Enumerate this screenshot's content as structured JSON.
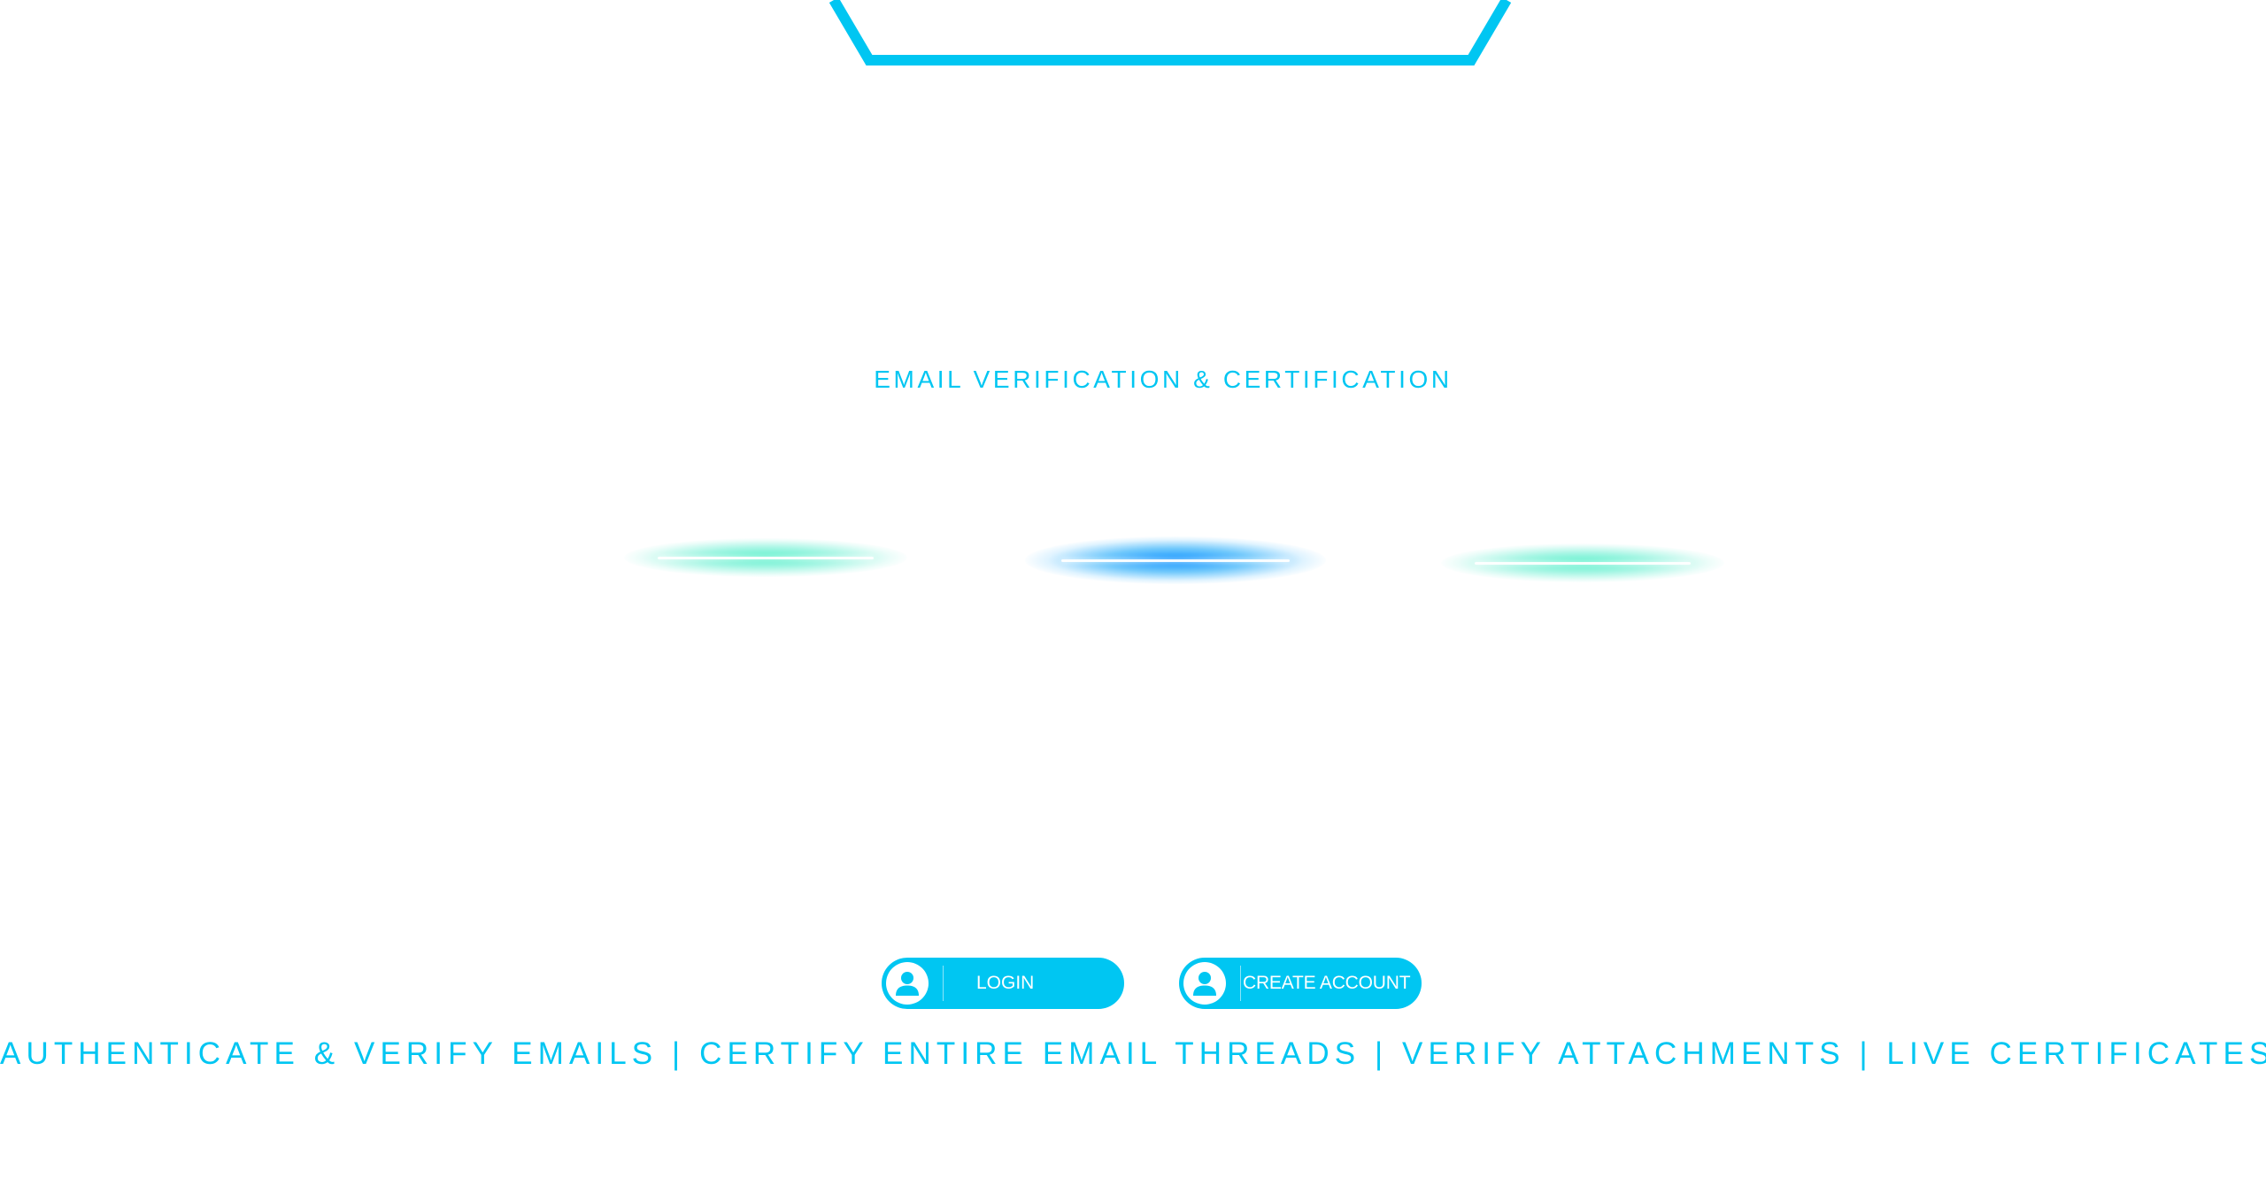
{
  "brand": {
    "accent_color": "#00c6f2",
    "glow_cyan": "#4ff0c8",
    "glow_blue": "#0a8cff"
  },
  "hero": {
    "tagline": "EMAIL VERIFICATION & CERTIFICATION"
  },
  "actions": {
    "login_label": "LOGIN",
    "login_icon": "user-avatar-icon",
    "create_account_label": "CREATE ACCOUNT",
    "create_account_icon": "user-avatar-icon"
  },
  "footer": {
    "features": "AUTHENTICATE & VERIFY EMAILS | CERTIFY ENTIRE EMAIL THREADS | VERIFY ATTACHMENTS | LIVE CERTIFICATES"
  }
}
